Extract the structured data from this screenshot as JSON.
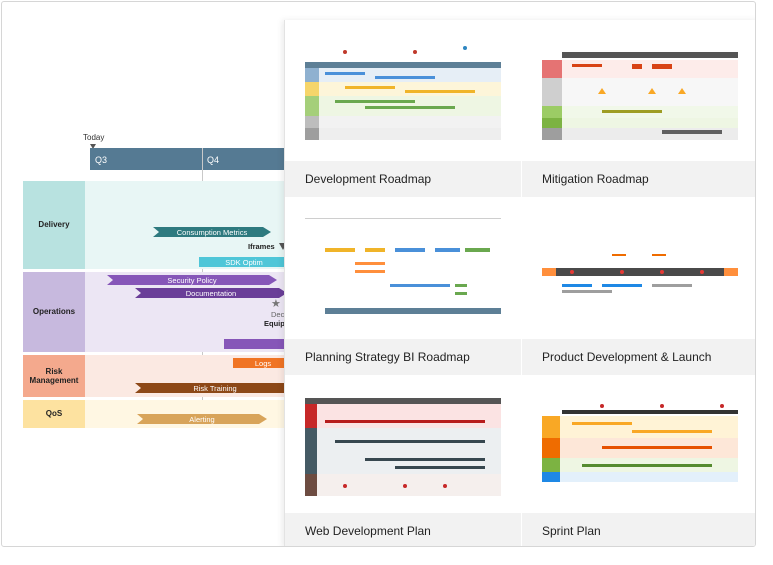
{
  "background": {
    "today_label": "Today",
    "quarters": [
      "Q3",
      "Q4"
    ],
    "lanes": [
      {
        "label": "Delivery",
        "color": "#b8e2e0",
        "body": "#e8f6f5",
        "bars": [
          {
            "text": "Consumption Metrics",
            "color": "#2e7a7f"
          },
          {
            "text": "SDK Optim",
            "color": "#4fc6d8"
          }
        ],
        "notes": [
          "Iframes"
        ]
      },
      {
        "label": "Operations",
        "color": "#c7b9de",
        "body": "#ece6f4",
        "bars": [
          {
            "text": "Security Policy",
            "color": "#8656b8"
          },
          {
            "text": "Documentation",
            "color": "#6a3e98"
          }
        ],
        "notes": [
          "Dec",
          "Equip"
        ]
      },
      {
        "label": "Risk Management",
        "color": "#f4a98d",
        "body": "#fbe9e2",
        "bars": [
          {
            "text": "Logs",
            "color": "#f07424"
          },
          {
            "text": "Risk Training",
            "color": "#8d4817"
          }
        ]
      },
      {
        "label": "QoS",
        "color": "#fde2a0",
        "body": "#fff7e3",
        "bars": [
          {
            "text": "Alerting",
            "color": "#d8a45a"
          }
        ]
      }
    ]
  },
  "templates": [
    {
      "name": "Development Roadmap"
    },
    {
      "name": "Mitigation Roadmap"
    },
    {
      "name": "Planning Strategy BI Roadmap"
    },
    {
      "name": "Product Development & Launch"
    },
    {
      "name": "Web Development Plan"
    },
    {
      "name": "Sprint Plan"
    }
  ]
}
